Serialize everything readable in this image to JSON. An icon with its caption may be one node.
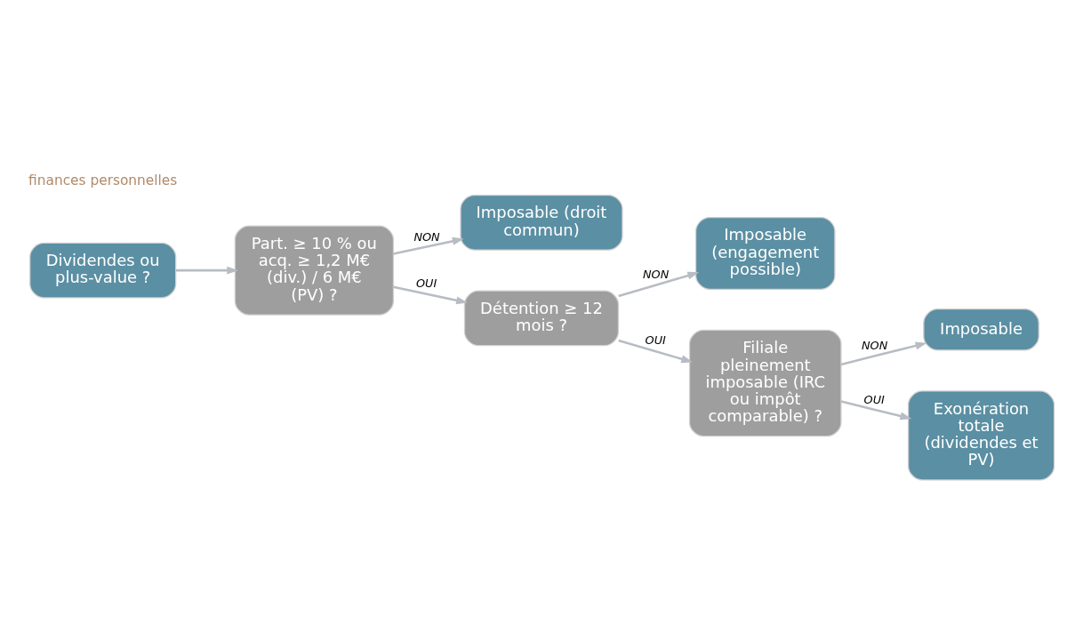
{
  "diagram": {
    "nodes": [
      {
        "text": [
          "Dividendes ou plus-value ?"
        ]
      },
      {
        "text": [
          "Part. ≥ 10 % ou acq. ≥ 1,2 M€ (div.) / 6 M€ (PV) ?"
        ]
      },
      {
        "text": [
          "Imposable (droit commun)"
        ]
      },
      {
        "text": [
          "Détention ≥ 12 mois ?"
        ]
      },
      {
        "text": [
          "Imposable (engagement possible)"
        ]
      },
      {
        "text": [
          "Filiale pleinement imposable (IRC ou impôt comparable) ?"
        ]
      },
      {
        "text": [
          "Imposable"
        ]
      },
      {
        "text": [
          "Exonération totale (dividendes et PV)"
        ]
      }
    ],
    "edges": [
      {
        "from": 0,
        "to": 1,
        "arrow": "to"
      },
      {
        "from": 1,
        "to": 2,
        "arrow": "to",
        "label": "NON"
      },
      {
        "from": 1,
        "to": 3,
        "arrow": "to",
        "label": "OUI"
      },
      {
        "from": 3,
        "to": 4,
        "arrow": "to",
        "label": "NON"
      },
      {
        "from": 3,
        "to": 5,
        "arrow": "to",
        "label": "OUI"
      },
      {
        "from": 5,
        "to": 6,
        "arrow": "to",
        "label": "NON"
      },
      {
        "from": 5,
        "to": 7,
        "arrow": "to",
        "label": "OUI"
      }
    ],
    "labels": [
      "finances personnelles"
    ]
  }
}
